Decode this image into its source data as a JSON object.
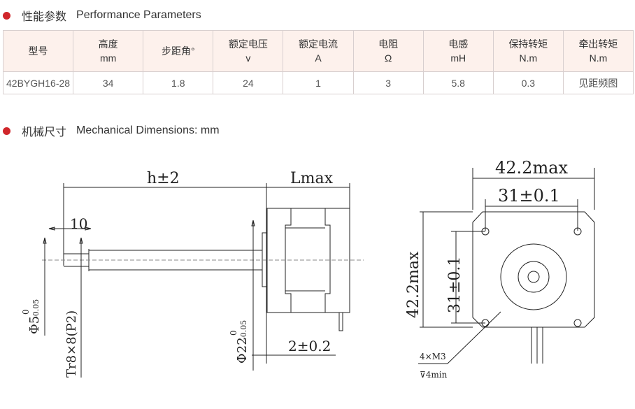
{
  "perf": {
    "title_cn": "性能参数",
    "title_en": "Performance Parameters",
    "headers": [
      [
        "型号",
        ""
      ],
      [
        "高度",
        "mm"
      ],
      [
        "步距角°",
        ""
      ],
      [
        "额定电压",
        "v"
      ],
      [
        "额定电流",
        "A"
      ],
      [
        "电阻",
        "Ω"
      ],
      [
        "电感",
        "mH"
      ],
      [
        "保持转矩",
        "N.m"
      ],
      [
        "牵出转矩",
        "N.m"
      ]
    ],
    "row": [
      "42BYGH16-28",
      "34",
      "1.8",
      "24",
      "1",
      "3",
      "5.8",
      "0.3",
      "见距频图"
    ]
  },
  "mech": {
    "title_cn": "机械尺寸",
    "title_en": "Mechanical Dimensions: mm"
  },
  "drawing": {
    "h": "h±2",
    "lmax": "Lmax",
    "ten": "10",
    "phi5": "Φ5",
    "phi5_tol_up": "0",
    "phi5_tol_low": "-0.05",
    "tr": "Tr8×8(P2)",
    "phi22": "Φ22",
    "phi22_tol_up": "0",
    "phi22_tol_low": "-0.05",
    "two": "2±0.2",
    "w422": "42.2max",
    "w31": "31±0.1",
    "v422": "42.2max",
    "v31": "31±0.1",
    "m3": "4×M3",
    "depth": "⊽4min"
  }
}
